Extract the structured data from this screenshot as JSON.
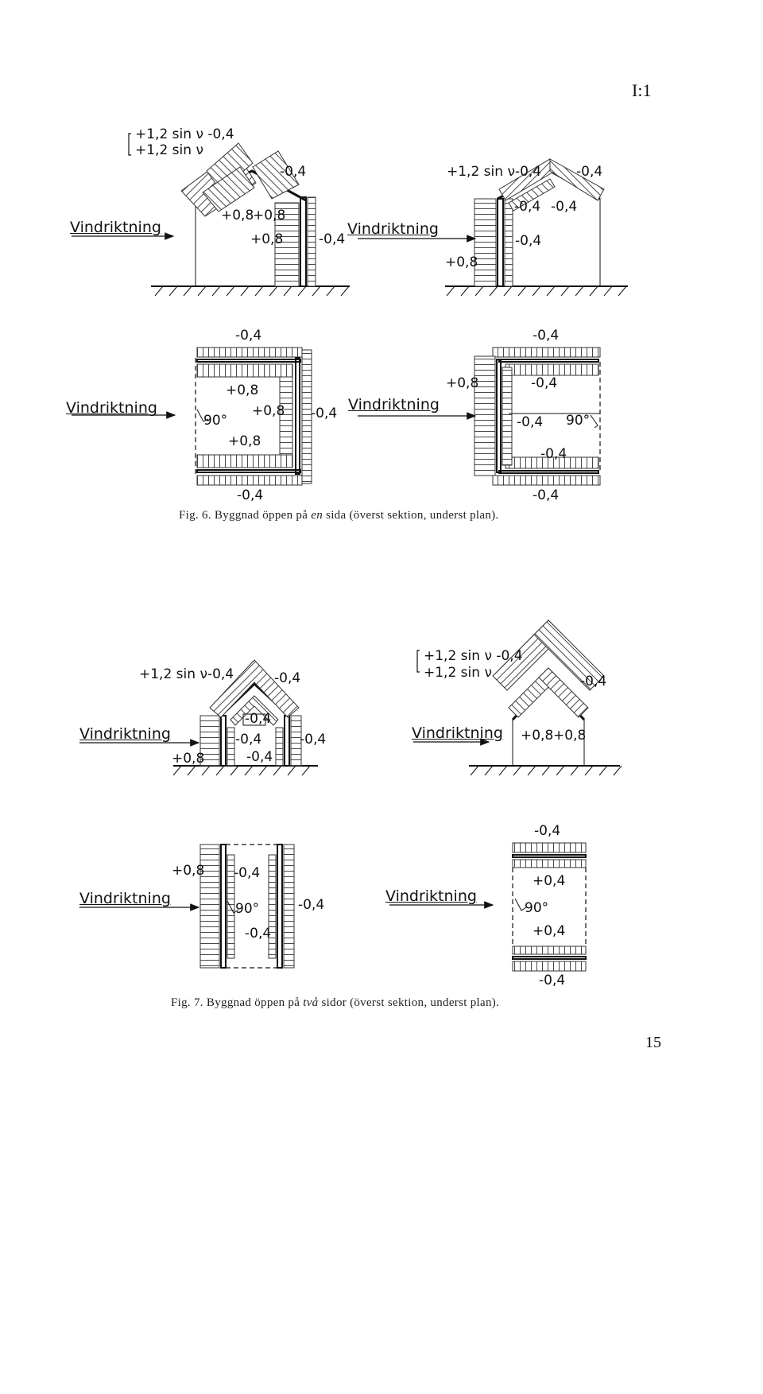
{
  "page": {
    "label": "I:1",
    "number": "15"
  },
  "fig6": {
    "caption_prefix": "Fig. 6. Byggnad öppen på ",
    "caption_em": "en",
    "caption_suffix": " sida (överst sektion, underst plan).",
    "top_left": {
      "note_line1": "+1,2 sin ν -0,4",
      "note_line2": "+1,2 sin ν",
      "wind": "Vindriktning",
      "roof_right": "-0,4",
      "inner_a": "+0,8",
      "inner_b": "+0,8",
      "inner_c": "+0,8",
      "outer_right": "-0,4"
    },
    "top_right": {
      "roof_left": "+1,2 sin ν-0,4",
      "roof_right": "-0,4",
      "wind": "Vindriktning",
      "inner_a": "-0,4",
      "inner_b": "-0,4",
      "inner_c": "-0,4",
      "outer_left": "+0,8"
    },
    "plan_left": {
      "top": "-0,4",
      "bottom": "-0,4",
      "wind": "Vindriktning",
      "angle": "90°",
      "inner_a": "+0,8",
      "inner_b": "+0,8",
      "inner_c": "+0,8",
      "outer_right": "-0,4"
    },
    "plan_right": {
      "top": "-0,4",
      "bottom": "-0,4",
      "wind": "Vindriktning",
      "outer_left": "+0,8",
      "inner_a": "-0,4",
      "inner_b": "-0,4",
      "inner_c": "-0,4",
      "angle": "90°"
    }
  },
  "fig7": {
    "caption_prefix": "Fig. 7. Byggnad öppen på ",
    "caption_em": "två",
    "caption_suffix": " sidor (överst sektion, underst plan).",
    "top_left": {
      "roof_left": "+1,2 sin ν-0,4",
      "roof_right": "-0,4",
      "wind": "Vindriktning",
      "outer_left": "+0,8",
      "inner_top": "-0,4",
      "inner_a": "-0,4",
      "inner_b": "-0,4",
      "outer_right": "-0,4"
    },
    "top_right": {
      "note_line1": "+1,2 sin ν -0,4",
      "note_line2": "+1,2 sin ν",
      "roof_right": "-0,4",
      "wind": "Vindriktning",
      "inner_a": "+0,8",
      "inner_b": "+0,8"
    },
    "plan_left": {
      "wind": "Vindriktning",
      "outer_left": "+0,8",
      "inner_a": "-0,4",
      "angle": "90°",
      "inner_b": "-0,4",
      "outer_right": "-0,4"
    },
    "plan_right": {
      "top": "-0,4",
      "bottom": "-0,4",
      "wind": "Vindriktning",
      "inner_a": "+0,4",
      "angle": "90°",
      "inner_b": "+0,4"
    }
  }
}
